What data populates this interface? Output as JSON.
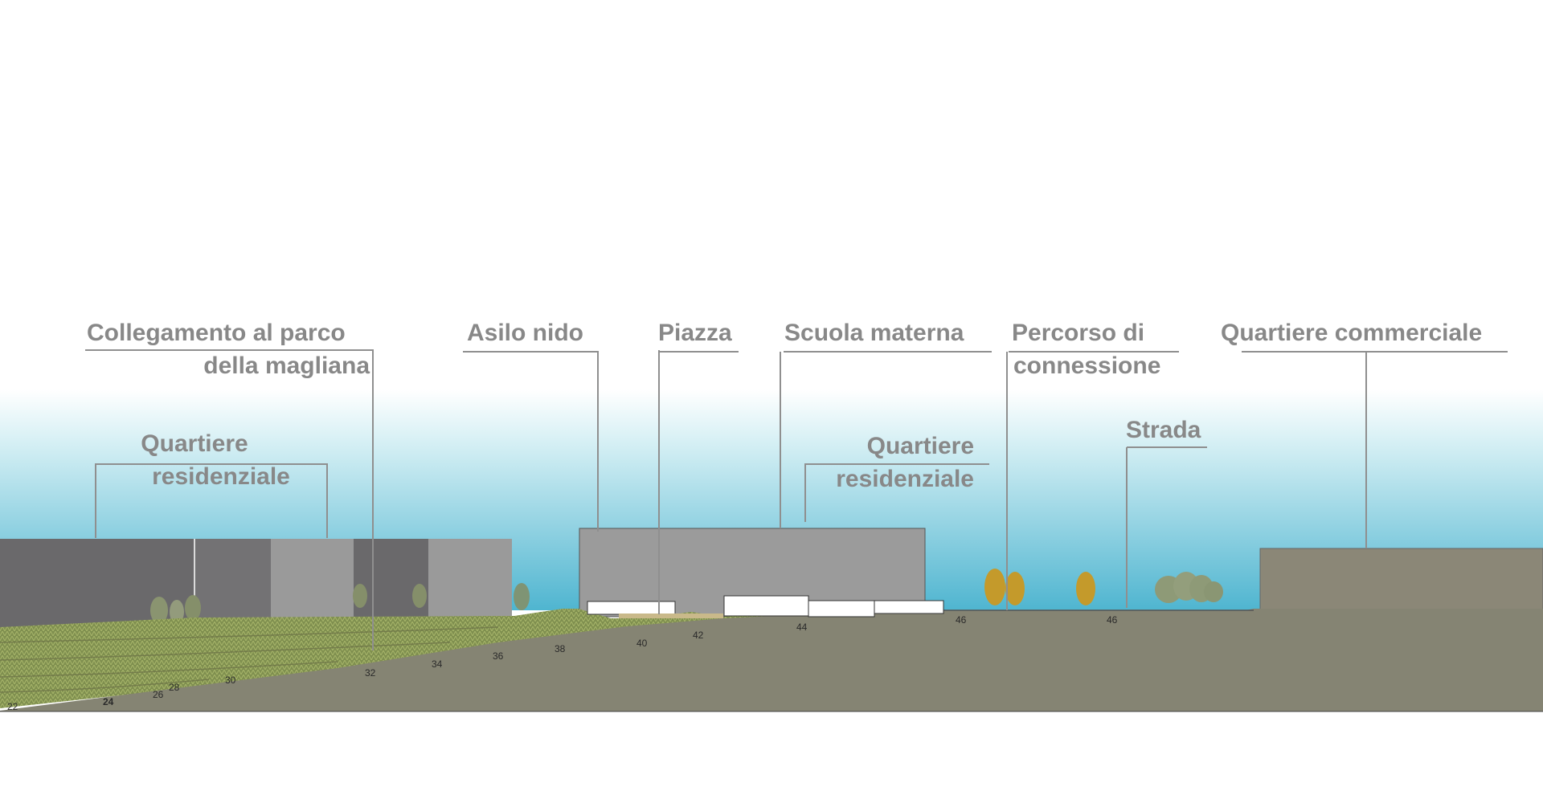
{
  "labels": {
    "collegamento_line1": "Collegamento al parco",
    "collegamento_line2": "della magliana",
    "asilo_nido": "Asilo nido",
    "piazza": "Piazza",
    "scuola_materna": "Scuola materna",
    "percorso_line1": "Percorso di",
    "percorso_line2": "connessione",
    "quartiere_commerciale": "Quartiere commerciale",
    "quartiere_res_left_line1": "Quartiere",
    "quartiere_res_left_line2": "residenziale",
    "quartiere_res_right_line1": "Quartiere",
    "quartiere_res_right_line2": "residenziale",
    "strada": "Strada"
  },
  "elevations": [
    "22",
    "24",
    "26",
    "28",
    "30",
    "32",
    "34",
    "36",
    "38",
    "40",
    "42",
    "44",
    "46",
    "46"
  ],
  "colors": {
    "sky_top": "#ffffff",
    "sky_mid": "#bfe7ef",
    "sky_bottom": "#4db5d1",
    "ground": "#858473",
    "building_dark": "#6c6b6d",
    "building_light": "#999999",
    "building_commercial": "#8a8676",
    "label_gray": "#888888",
    "grass": "#8c9a55"
  }
}
